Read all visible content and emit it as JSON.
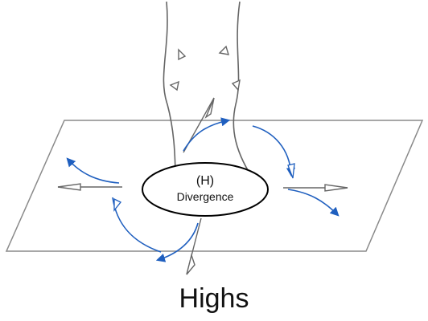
{
  "diagram": {
    "center_title": "(H)",
    "center_label": "Divergence",
    "caption": "Highs"
  },
  "colors": {
    "plane_stroke": "#8a8a8a",
    "column_stroke": "#666666",
    "flow_arrow": "#1f5fbf",
    "ellipse_stroke": "#000000",
    "ellipse_fill": "#ffffff"
  }
}
